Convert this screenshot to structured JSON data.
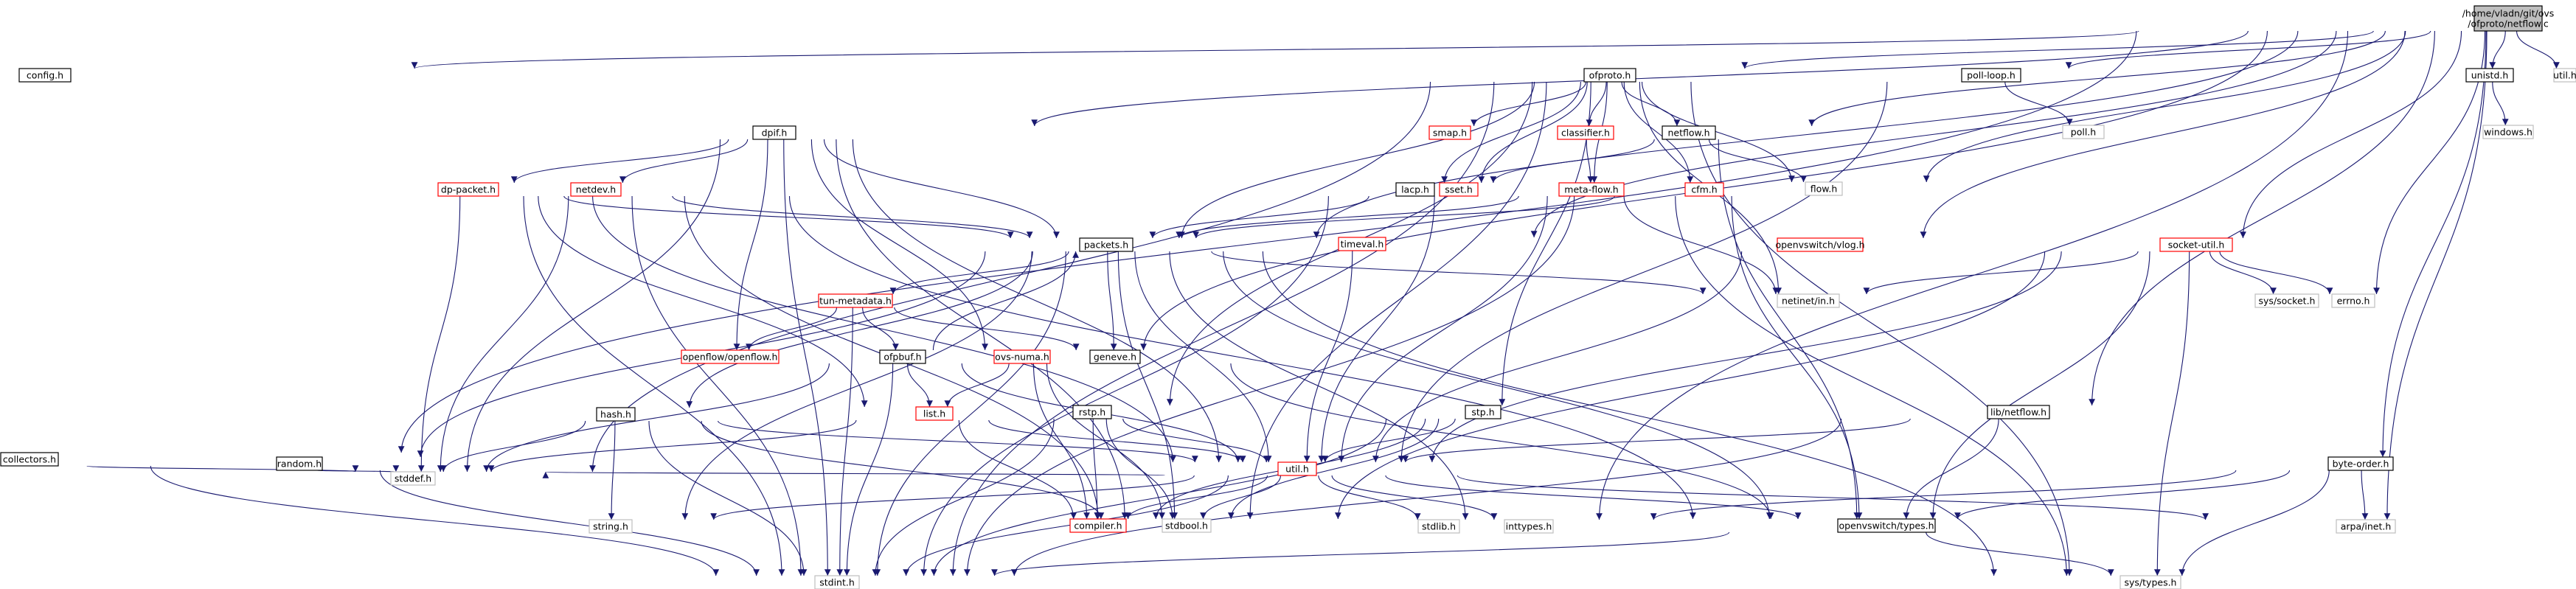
{
  "diagram": {
    "kind": "include-dependency-graph",
    "colors": {
      "root_fill": "#bfbfbf",
      "default_fill": "#ffffff",
      "default_border": "#000000",
      "incomplete_border": "#ff0000",
      "external_border": "#bfbfbf",
      "external_text": "#000000",
      "edge": "#191970"
    },
    "nodes": [
      {
        "id": "root",
        "label": "/home/vladn/git/ovs\n/ofproto/netflow.c",
        "style": "root"
      },
      {
        "id": "config",
        "label": "config.h",
        "style": "default"
      },
      {
        "id": "collectors",
        "label": "collectors.h",
        "style": "default"
      },
      {
        "id": "dpif",
        "label": "dpif.h",
        "style": "default"
      },
      {
        "id": "ofproto",
        "label": "ofproto.h",
        "style": "default"
      },
      {
        "id": "poll_loop",
        "label": "poll-loop.h",
        "style": "default"
      },
      {
        "id": "poll",
        "label": "poll.h",
        "style": "external"
      },
      {
        "id": "unistd",
        "label": "unistd.h",
        "style": "default"
      },
      {
        "id": "util_h_ext",
        "label": "util.h",
        "style": "external"
      },
      {
        "id": "windows",
        "label": "windows.h",
        "style": "external"
      },
      {
        "id": "smap",
        "label": "smap.h",
        "style": "incomplete"
      },
      {
        "id": "classifier",
        "label": "classifier.h",
        "style": "incomplete"
      },
      {
        "id": "netflow",
        "label": "netflow.h",
        "style": "default"
      },
      {
        "id": "flow",
        "label": "flow.h",
        "style": "external"
      },
      {
        "id": "dp_packet",
        "label": "dp-packet.h",
        "style": "incomplete"
      },
      {
        "id": "netdev",
        "label": "netdev.h",
        "style": "incomplete"
      },
      {
        "id": "lacp",
        "label": "lacp.h",
        "style": "default"
      },
      {
        "id": "sset",
        "label": "sset.h",
        "style": "incomplete"
      },
      {
        "id": "meta_flow",
        "label": "meta-flow.h",
        "style": "incomplete"
      },
      {
        "id": "cfm",
        "label": "cfm.h",
        "style": "incomplete"
      },
      {
        "id": "timeval",
        "label": "timeval.h",
        "style": "incomplete"
      },
      {
        "id": "packets",
        "label": "packets.h",
        "style": "default"
      },
      {
        "id": "vlog",
        "label": "openvswitch/vlog.h",
        "style": "incomplete"
      },
      {
        "id": "socket_util",
        "label": "socket-util.h",
        "style": "incomplete"
      },
      {
        "id": "netinet_in",
        "label": "netinet/in.h",
        "style": "external"
      },
      {
        "id": "sys_socket",
        "label": "sys/socket.h",
        "style": "external"
      },
      {
        "id": "errno",
        "label": "errno.h",
        "style": "external"
      },
      {
        "id": "tun_metadata",
        "label": "tun-metadata.h",
        "style": "incomplete"
      },
      {
        "id": "openflow",
        "label": "openflow/openflow.h",
        "style": "incomplete"
      },
      {
        "id": "ofpbuf",
        "label": "ofpbuf.h",
        "style": "default"
      },
      {
        "id": "ovs_numa",
        "label": "ovs-numa.h",
        "style": "incomplete"
      },
      {
        "id": "geneve",
        "label": "geneve.h",
        "style": "default"
      },
      {
        "id": "hash",
        "label": "hash.h",
        "style": "default"
      },
      {
        "id": "random",
        "label": "random.h",
        "style": "default"
      },
      {
        "id": "list",
        "label": "list.h",
        "style": "incomplete"
      },
      {
        "id": "rstp",
        "label": "rstp.h",
        "style": "default"
      },
      {
        "id": "stp",
        "label": "stp.h",
        "style": "default"
      },
      {
        "id": "lib_netflow",
        "label": "lib/netflow.h",
        "style": "default"
      },
      {
        "id": "byte_order",
        "label": "byte-order.h",
        "style": "default"
      },
      {
        "id": "util",
        "label": "util.h",
        "style": "incomplete"
      },
      {
        "id": "stddef",
        "label": "stddef.h",
        "style": "external"
      },
      {
        "id": "string",
        "label": "string.h",
        "style": "external"
      },
      {
        "id": "compiler",
        "label": "compiler.h",
        "style": "incomplete"
      },
      {
        "id": "stdbool",
        "label": "stdbool.h",
        "style": "external"
      },
      {
        "id": "stdlib",
        "label": "stdlib.h",
        "style": "external"
      },
      {
        "id": "inttypes",
        "label": "inttypes.h",
        "style": "external"
      },
      {
        "id": "ovs_types",
        "label": "openvswitch/types.h",
        "style": "default"
      },
      {
        "id": "arpa_inet",
        "label": "arpa/inet.h",
        "style": "external"
      },
      {
        "id": "sys_types",
        "label": "sys/types.h",
        "style": "external"
      },
      {
        "id": "stdint",
        "label": "stdint.h",
        "style": "external"
      }
    ],
    "edges": [
      [
        "root",
        "config"
      ],
      [
        "root",
        "collectors"
      ],
      [
        "root",
        "dpif"
      ],
      [
        "root",
        "ofproto"
      ],
      [
        "root",
        "poll_loop"
      ],
      [
        "root",
        "unistd"
      ],
      [
        "root",
        "util_h_ext"
      ],
      [
        "root",
        "netflow"
      ],
      [
        "root",
        "flow"
      ],
      [
        "root",
        "packets"
      ],
      [
        "root",
        "ofpbuf"
      ],
      [
        "root",
        "vlog"
      ],
      [
        "root",
        "socket_util"
      ],
      [
        "root",
        "errno"
      ],
      [
        "root",
        "arpa_inet"
      ],
      [
        "root",
        "byte_order"
      ],
      [
        "root",
        "lib_netflow"
      ],
      [
        "root",
        "timeval"
      ],
      [
        "root",
        "stdlib"
      ],
      [
        "unistd",
        "windows"
      ],
      [
        "poll_loop",
        "poll"
      ],
      [
        "poll_loop",
        "util"
      ],
      [
        "collectors",
        "stddef"
      ],
      [
        "collectors",
        "stdint"
      ],
      [
        "ofproto",
        "smap"
      ],
      [
        "ofproto",
        "classifier"
      ],
      [
        "ofproto",
        "netflow"
      ],
      [
        "ofproto",
        "flow"
      ],
      [
        "ofproto",
        "lacp"
      ],
      [
        "ofproto",
        "sset"
      ],
      [
        "ofproto",
        "meta_flow"
      ],
      [
        "ofproto",
        "cfm"
      ],
      [
        "ofproto",
        "packets"
      ],
      [
        "ofproto",
        "netinet_in"
      ],
      [
        "ofproto",
        "rstp"
      ],
      [
        "ofproto",
        "stp"
      ],
      [
        "ofproto",
        "stdbool"
      ],
      [
        "ofproto",
        "stddef"
      ],
      [
        "ofproto",
        "stdint"
      ],
      [
        "ofproto",
        "sys_types"
      ],
      [
        "classifier",
        "meta_flow"
      ],
      [
        "netflow",
        "sset"
      ],
      [
        "netflow",
        "flow"
      ],
      [
        "netflow",
        "ovs_types"
      ],
      [
        "dpif",
        "dp_packet"
      ],
      [
        "dpif",
        "netdev"
      ],
      [
        "dpif",
        "packets"
      ],
      [
        "dpif",
        "openflow"
      ],
      [
        "dpif",
        "ovs_numa"
      ],
      [
        "dpif",
        "util"
      ],
      [
        "dpif",
        "stdbool"
      ],
      [
        "dpif",
        "stddef"
      ],
      [
        "dpif",
        "stdint"
      ],
      [
        "dp_packet",
        "packets"
      ],
      [
        "dp_packet",
        "list"
      ],
      [
        "dp_packet",
        "util"
      ],
      [
        "dp_packet",
        "stddef"
      ],
      [
        "dp_packet",
        "stdint"
      ],
      [
        "netdev",
        "packets"
      ],
      [
        "netdev",
        "ovs_types"
      ],
      [
        "netdev",
        "stdbool"
      ],
      [
        "netdev",
        "stddef"
      ],
      [
        "netdev",
        "stdint"
      ],
      [
        "lacp",
        "packets"
      ],
      [
        "lacp",
        "stdint"
      ],
      [
        "sset",
        "util"
      ],
      [
        "meta_flow",
        "packets"
      ],
      [
        "meta_flow",
        "netinet_in"
      ],
      [
        "meta_flow",
        "util"
      ],
      [
        "meta_flow",
        "sys_types"
      ],
      [
        "cfm",
        "packets"
      ],
      [
        "cfm",
        "ovs_types"
      ],
      [
        "cfm",
        "stdint"
      ],
      [
        "timeval",
        "util"
      ],
      [
        "vlog",
        "util"
      ],
      [
        "packets",
        "tun_metadata"
      ],
      [
        "packets",
        "geneve"
      ],
      [
        "packets",
        "hash"
      ],
      [
        "packets",
        "random"
      ],
      [
        "packets",
        "netinet_in"
      ],
      [
        "packets",
        "ovs_types"
      ],
      [
        "packets",
        "util"
      ],
      [
        "packets",
        "string"
      ],
      [
        "packets",
        "inttypes"
      ],
      [
        "packets",
        "stdint"
      ],
      [
        "packets",
        "sys_types"
      ],
      [
        "packets",
        "stdbool"
      ],
      [
        "tun_metadata",
        "openflow"
      ],
      [
        "tun_metadata",
        "geneve"
      ],
      [
        "tun_metadata",
        "ofpbuf"
      ],
      [
        "tun_metadata",
        "stdint"
      ],
      [
        "ofpbuf",
        "packets"
      ],
      [
        "ofpbuf",
        "list"
      ],
      [
        "ofpbuf",
        "util"
      ],
      [
        "ofpbuf",
        "stddef"
      ],
      [
        "ofpbuf",
        "stdint"
      ],
      [
        "ovs_numa",
        "list"
      ],
      [
        "ovs_numa",
        "compiler"
      ],
      [
        "ovs_numa",
        "stdbool"
      ],
      [
        "geneve",
        "ovs_types"
      ],
      [
        "hash",
        "util"
      ],
      [
        "hash",
        "string"
      ],
      [
        "hash",
        "stddef"
      ],
      [
        "hash",
        "stdint"
      ],
      [
        "hash",
        "stdbool"
      ],
      [
        "random",
        "stddef"
      ],
      [
        "random",
        "stdint"
      ],
      [
        "list",
        "util"
      ],
      [
        "list",
        "compiler"
      ],
      [
        "list",
        "stddef"
      ],
      [
        "rstp",
        "util"
      ],
      [
        "rstp",
        "compiler"
      ],
      [
        "rstp",
        "stdbool"
      ],
      [
        "rstp",
        "stdint"
      ],
      [
        "stp",
        "util"
      ],
      [
        "stp",
        "compiler"
      ],
      [
        "stp",
        "stdbool"
      ],
      [
        "stp",
        "stdint"
      ],
      [
        "lib_netflow",
        "util"
      ],
      [
        "lib_netflow",
        "ovs_types"
      ],
      [
        "lib_netflow",
        "stdint"
      ],
      [
        "socket_util",
        "netinet_in"
      ],
      [
        "socket_util",
        "sys_socket"
      ],
      [
        "socket_util",
        "errno"
      ],
      [
        "socket_util",
        "ovs_types"
      ],
      [
        "socket_util",
        "sys_types"
      ],
      [
        "socket_util",
        "util"
      ],
      [
        "socket_util",
        "stdbool"
      ],
      [
        "byte_order",
        "ovs_types"
      ],
      [
        "byte_order",
        "arpa_inet"
      ],
      [
        "byte_order",
        "inttypes"
      ],
      [
        "byte_order",
        "sys_types"
      ],
      [
        "util",
        "stddef"
      ],
      [
        "util",
        "string"
      ],
      [
        "util",
        "compiler"
      ],
      [
        "util",
        "stdbool"
      ],
      [
        "util",
        "stdlib"
      ],
      [
        "util",
        "inttypes"
      ],
      [
        "util",
        "ovs_types"
      ],
      [
        "util",
        "arpa_inet"
      ],
      [
        "util",
        "stdint"
      ],
      [
        "ovs_types",
        "sys_types"
      ],
      [
        "ovs_types",
        "stdint"
      ]
    ]
  }
}
